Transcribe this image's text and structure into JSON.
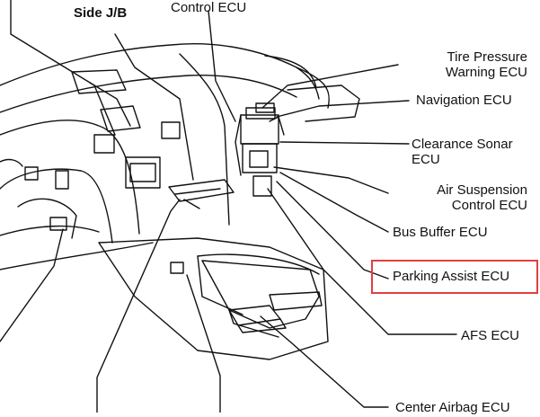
{
  "labels": {
    "side_jb": "Side J/B",
    "control_ecu": "Control ECU",
    "tire_pressure_l1": "Tire Pressure",
    "tire_pressure_l2": "Warning ECU",
    "navigation": "Navigation ECU",
    "clearance_l1": "Clearance Sonar",
    "clearance_l2": "ECU",
    "air_susp_l1": "Air Suspension",
    "air_susp_l2": "Control ECU",
    "bus_buffer": "Bus Buffer ECU",
    "parking_assist": "Parking Assist ECU",
    "afs": "AFS ECU",
    "center_airbag": "Center Airbag ECU"
  },
  "highlight": {
    "target": "parking_assist",
    "color": "#e04040"
  },
  "colors": {
    "line": "#111111",
    "background": "#ffffff"
  }
}
